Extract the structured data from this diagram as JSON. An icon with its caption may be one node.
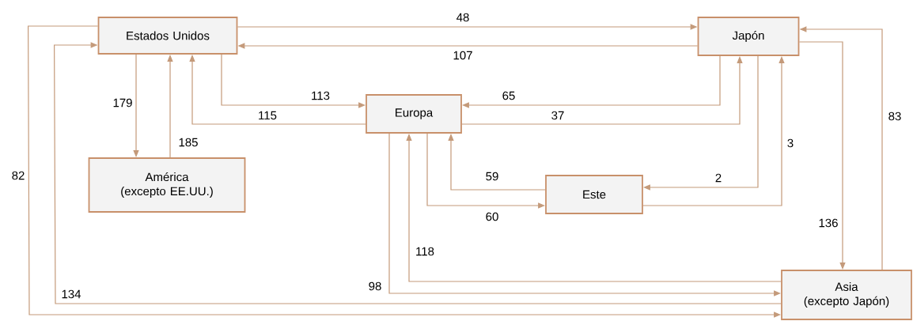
{
  "diagram": {
    "nodes": [
      {
        "text": [
          "Estados Unidos"
        ]
      },
      {
        "text": [
          "Japón"
        ]
      },
      {
        "text": [
          "Europa"
        ]
      },
      {
        "text": [
          "América (excepto EE.UU.)"
        ]
      },
      {
        "text": [
          "Este"
        ]
      },
      {
        "text": [
          "Asia (excepto Japón)"
        ]
      }
    ],
    "edges": [
      {
        "from": 0,
        "to": 1,
        "arrow": "to",
        "label": "48"
      },
      {
        "from": 1,
        "to": 0,
        "arrow": "to",
        "label": "107"
      },
      {
        "from": 0,
        "to": 3,
        "arrow": "to",
        "label": "179"
      },
      {
        "from": 3,
        "to": 0,
        "arrow": "to",
        "label": "185"
      },
      {
        "from": 0,
        "to": 2,
        "arrow": "to",
        "label": "113"
      },
      {
        "from": 2,
        "to": 0,
        "arrow": "to",
        "label": "115"
      },
      {
        "from": 1,
        "to": 2,
        "arrow": "to",
        "label": "65"
      },
      {
        "from": 2,
        "to": 1,
        "arrow": "to",
        "label": "37"
      },
      {
        "from": 1,
        "to": 4,
        "arrow": "to",
        "label": "2"
      },
      {
        "from": 4,
        "to": 1,
        "arrow": "to",
        "label": "3"
      },
      {
        "from": 4,
        "to": 2,
        "arrow": "to",
        "label": "59"
      },
      {
        "from": 2,
        "to": 4,
        "arrow": "to",
        "label": "60"
      },
      {
        "from": 1,
        "to": 5,
        "arrow": "to",
        "label": "136"
      },
      {
        "from": 5,
        "to": 1,
        "arrow": "to",
        "label": "83"
      },
      {
        "from": 5,
        "to": 2,
        "arrow": "to",
        "label": "118"
      },
      {
        "from": 2,
        "to": 5,
        "arrow": "to",
        "label": "98"
      },
      {
        "from": 5,
        "to": 0,
        "arrow": "to",
        "label": "134"
      },
      {
        "from": 0,
        "to": 5,
        "arrow": "to",
        "label": "82"
      }
    ]
  }
}
